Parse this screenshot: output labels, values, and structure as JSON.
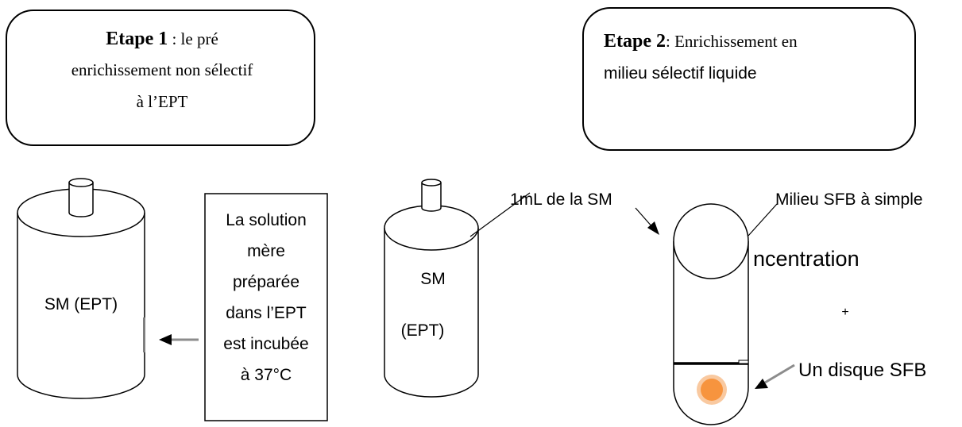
{
  "step1": {
    "title": "Etape 1",
    "line1_rest": " : le pré",
    "line2": "enrichissement non sélectif",
    "line3": "à l’EPT"
  },
  "step2": {
    "title": "Etape 2",
    "line1_rest": ": Enrichissement en",
    "line2": "milieu sélectif liquide"
  },
  "flask_left": {
    "label": "SM (EPT)"
  },
  "note": {
    "lines": [
      "La solution",
      "mère",
      "préparée",
      "dans l’EPT",
      "est incubée",
      "à 37°C"
    ]
  },
  "flask_middle": {
    "label_line1": "SM",
    "label_line2": "(EPT)"
  },
  "tube": {
    "label_sm": "1mL de la SM",
    "label_medium_line1": "Milieu SFB à simple",
    "label_medium_line2": "ncentration",
    "plus": "+",
    "label_disk": "Un disque SFB",
    "disk_color": "#f7943e",
    "disk_ring_color": "#f9c9a0"
  }
}
